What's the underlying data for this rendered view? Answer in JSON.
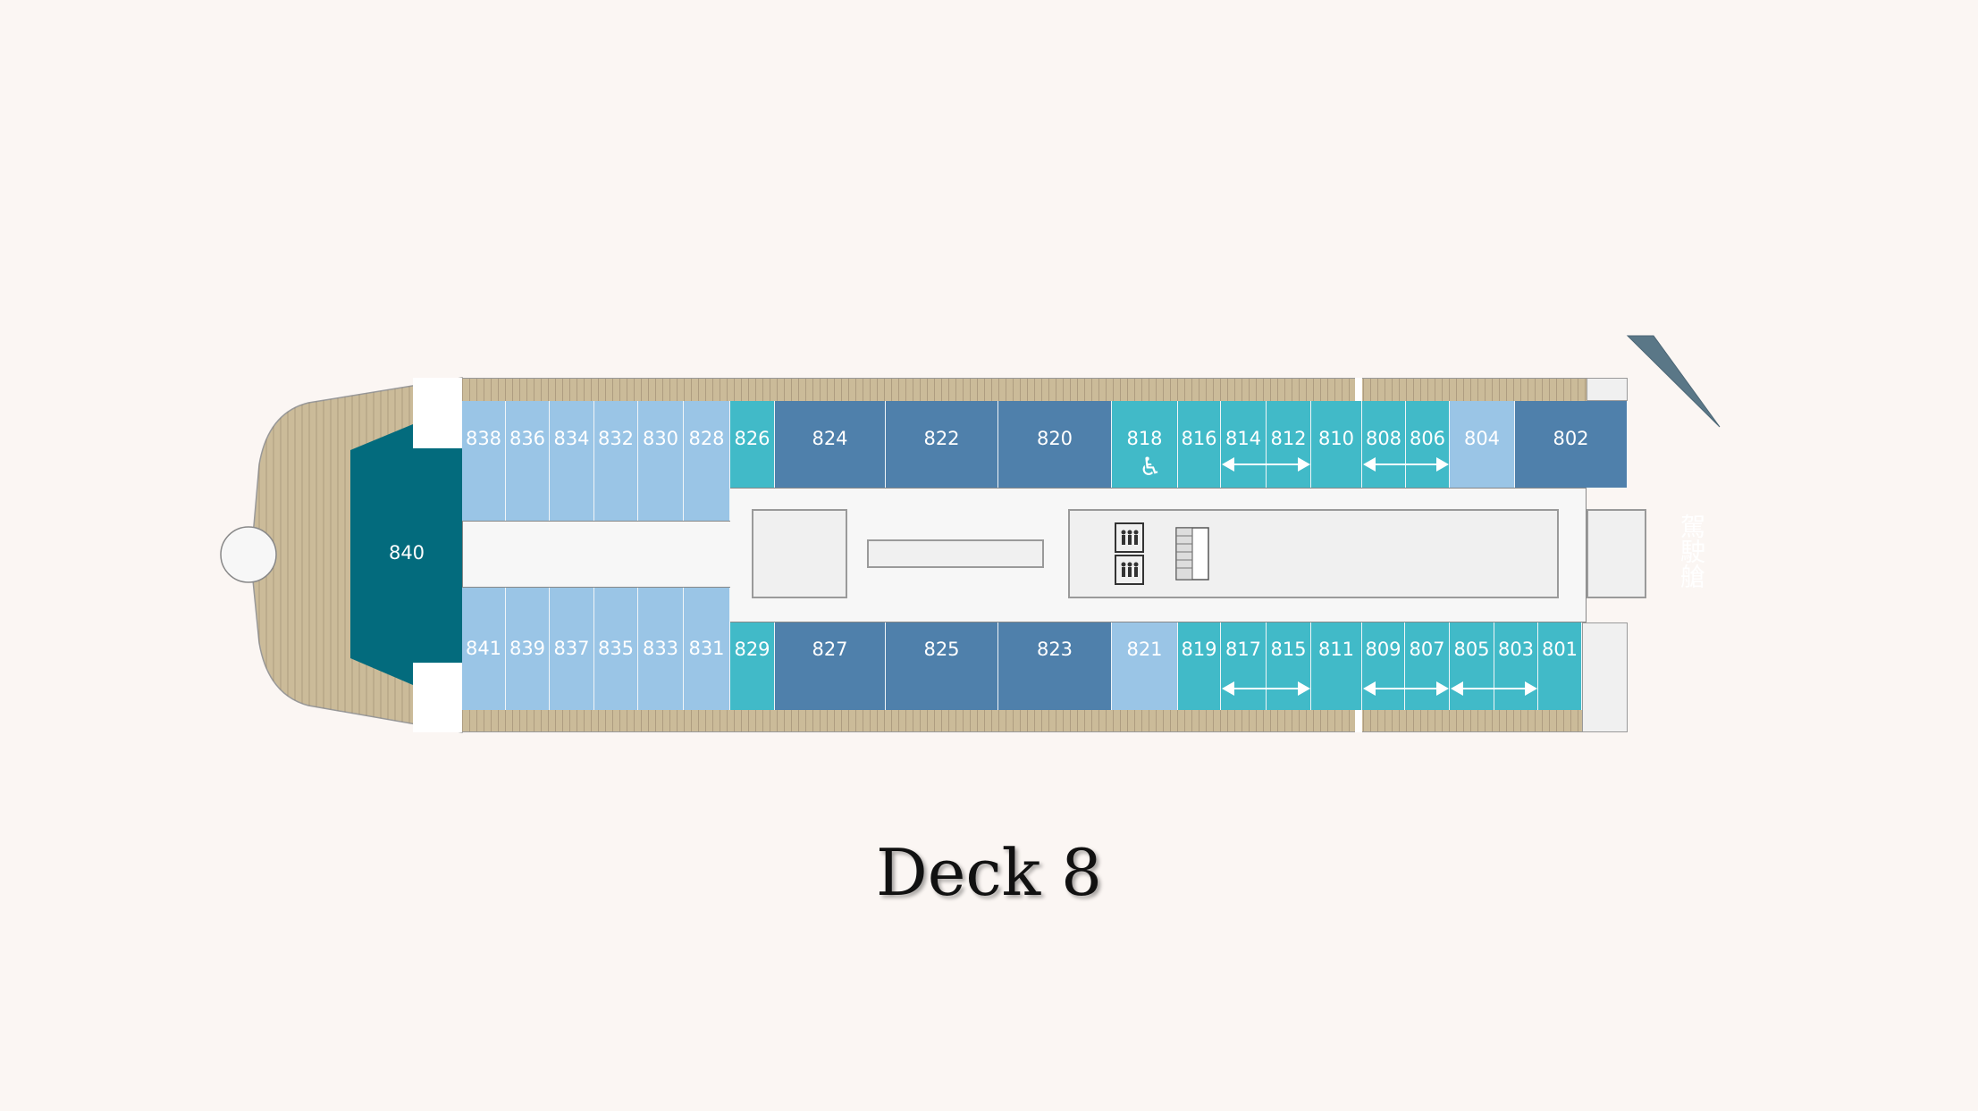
{
  "title": "Deck 8",
  "bridge_label": "駕駛艙",
  "colors": {
    "background": "#fbf6f3",
    "light": "#9ac5e6",
    "teal": "#41bac8",
    "dark": "#4f80ab",
    "suite": "#036b7d",
    "bridge": "#5a7787",
    "deck": "#cbbb99"
  },
  "suite": {
    "number": "840"
  },
  "top_cabins": [
    {
      "number": "838",
      "cat": "light"
    },
    {
      "number": "836",
      "cat": "light"
    },
    {
      "number": "834",
      "cat": "light"
    },
    {
      "number": "832",
      "cat": "light"
    },
    {
      "number": "830",
      "cat": "light"
    },
    {
      "number": "828",
      "cat": "light"
    },
    {
      "number": "826",
      "cat": "teal"
    },
    {
      "number": "824",
      "cat": "dark"
    },
    {
      "number": "822",
      "cat": "dark"
    },
    {
      "number": "820",
      "cat": "dark"
    },
    {
      "number": "818",
      "cat": "teal",
      "icon": "wheelchair-icon"
    },
    {
      "number": "816",
      "cat": "teal"
    },
    {
      "number": "814",
      "cat": "teal"
    },
    {
      "number": "812",
      "cat": "teal"
    },
    {
      "number": "810",
      "cat": "teal"
    },
    {
      "number": "808",
      "cat": "teal"
    },
    {
      "number": "806",
      "cat": "teal"
    },
    {
      "number": "804",
      "cat": "light"
    },
    {
      "number": "802",
      "cat": "dark"
    }
  ],
  "bottom_cabins": [
    {
      "number": "841",
      "cat": "light"
    },
    {
      "number": "839",
      "cat": "light"
    },
    {
      "number": "837",
      "cat": "light"
    },
    {
      "number": "835",
      "cat": "light"
    },
    {
      "number": "833",
      "cat": "light"
    },
    {
      "number": "831",
      "cat": "light"
    },
    {
      "number": "829",
      "cat": "teal"
    },
    {
      "number": "827",
      "cat": "dark"
    },
    {
      "number": "825",
      "cat": "dark"
    },
    {
      "number": "823",
      "cat": "dark"
    },
    {
      "number": "821",
      "cat": "light"
    },
    {
      "number": "819",
      "cat": "teal"
    },
    {
      "number": "817",
      "cat": "teal"
    },
    {
      "number": "815",
      "cat": "teal"
    },
    {
      "number": "811",
      "cat": "teal"
    },
    {
      "number": "809",
      "cat": "teal"
    },
    {
      "number": "807",
      "cat": "teal"
    },
    {
      "number": "805",
      "cat": "teal"
    },
    {
      "number": "803",
      "cat": "teal"
    },
    {
      "number": "801",
      "cat": "teal"
    }
  ],
  "connecting_pairs": [
    [
      "814",
      "812"
    ],
    [
      "808",
      "806"
    ],
    [
      "817",
      "815"
    ],
    [
      "809",
      "807"
    ],
    [
      "805",
      "803"
    ]
  ],
  "icons": [
    "wheelchair-icon",
    "elevator-icon",
    "stairs-icon",
    "connecting-door-arrow-icon"
  ]
}
